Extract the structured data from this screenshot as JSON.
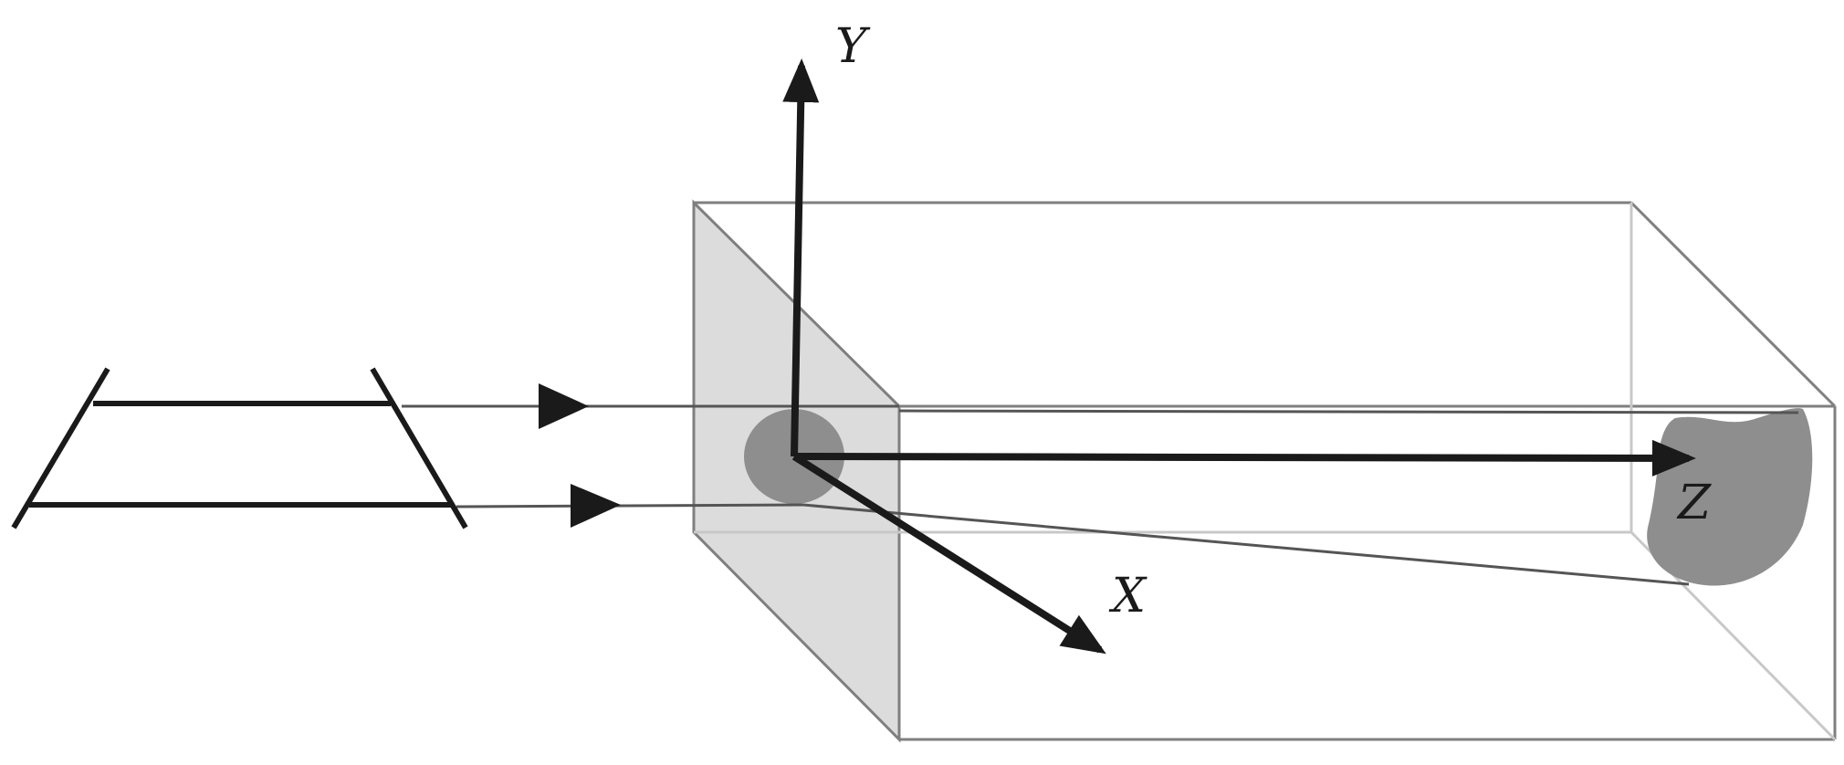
{
  "axes": {
    "x_label": "X",
    "y_label": "Y",
    "z_label": "Z"
  },
  "colors": {
    "stroke": "#1a1a1a",
    "box_edge": "#7f7f7f",
    "front_face": "#dcdcdc",
    "spot": "#8e8e8e",
    "background": "#ffffff"
  }
}
